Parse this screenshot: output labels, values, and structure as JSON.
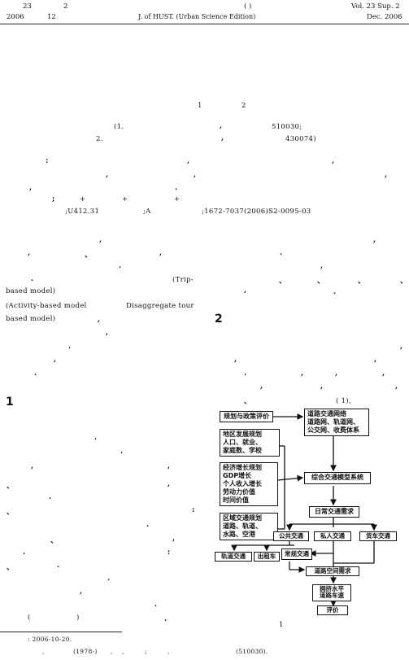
{
  "header": {
    "vol_no": "23",
    "issue_no": "2",
    "paren": "(                    )",
    "vol_en": "Vol. 23 Sup. 2",
    "year": "2006",
    "month": "12",
    "journal_en": "J. of HUST. (Urban Science Edition)",
    "date_en": "Dec. 2006"
  },
  "authors": {
    "sup1": "1",
    "sup2": "2"
  },
  "affiliations": {
    "a1_label": "(1.",
    "a1_postcode": "510030;",
    "a2_label": "2.",
    "a2_postcode": "430074)"
  },
  "meta": {
    "clc": ";U412.31",
    "doc_code": ";A",
    "article_no": ";1672-7037(2006)S2-0095-03"
  },
  "body_left": {
    "trip": "(Trip-",
    "trip_cont": "based model)",
    "activity": "(Activity-based model",
    "disagg": "Disaggregate tour",
    "tour_cont": "based model)"
  },
  "sections": {
    "s1": "1",
    "s2": "2"
  },
  "right_col": {
    "fig_ref": "(    1),"
  },
  "figure": {
    "caption_num": "1",
    "boxes": {
      "policy": "规划与政策评价",
      "network": [
        "道路交通网络",
        "道路网、轨道网、",
        "公交网、收费体系"
      ],
      "landuse": [
        "地区发展规划",
        "人口、就业、",
        "家庭数、学校"
      ],
      "econ": [
        "经济增长规划",
        "GDP增长",
        "个人收入增长",
        "劳动力价值",
        "时间价值"
      ],
      "regional": [
        "区域交通规划",
        "道路、轨道、",
        "水路、空港"
      ],
      "model": "综合交通模型系统",
      "demand": "日常交通需求",
      "public": "公共交通",
      "private": "私人交通",
      "truck": "货车交通",
      "rail": "轨道交通",
      "taxi": "出租车",
      "bus": "常规交通",
      "space": "道路空间需求",
      "service": [
        "拥挤水平",
        "道路车速"
      ],
      "eval": "评价"
    }
  },
  "footnotes": {
    "received": ": 2006-10-20.",
    "bio_year": "(1978-)",
    "bio_postcode": "(510030)."
  }
}
